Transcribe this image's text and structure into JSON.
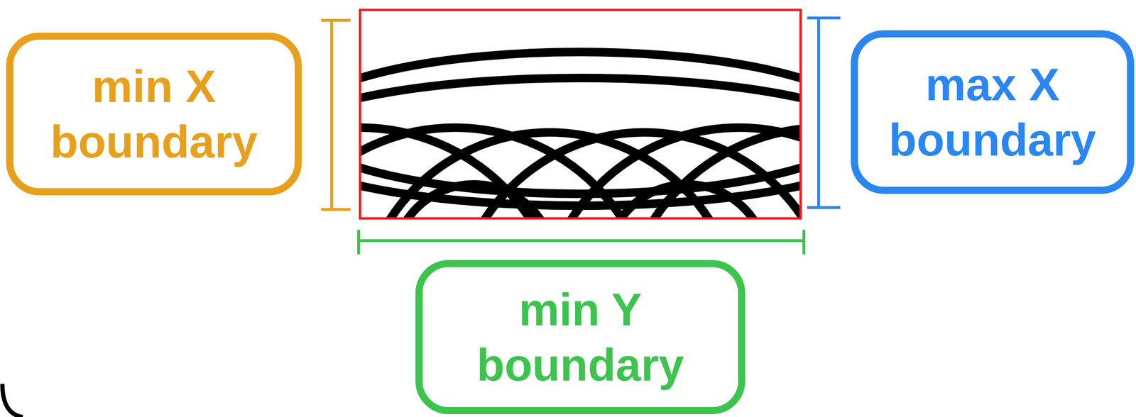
{
  "diagram": {
    "nodes": [
      {
        "text": [
          "min X boundary"
        ]
      },
      {
        "text": [
          "max X boundary"
        ]
      },
      {
        "text": [
          "min Y boundary"
        ]
      }
    ]
  }
}
